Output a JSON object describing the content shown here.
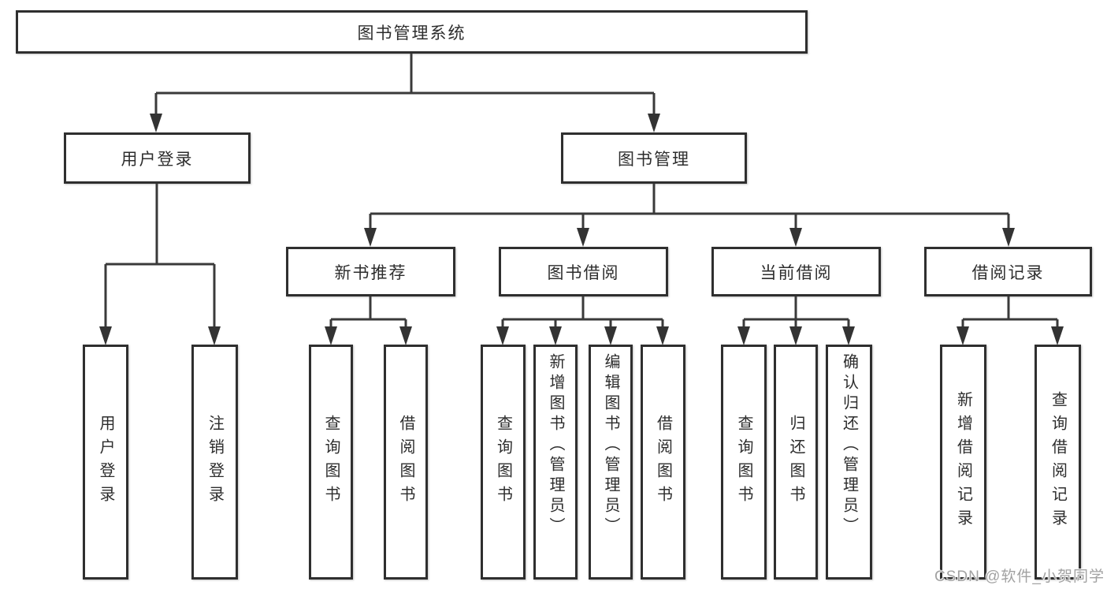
{
  "diagram": {
    "root": {
      "label": "图书管理系统"
    },
    "level2": [
      {
        "label": "用户登录",
        "children": [
          "用户登录",
          "注销登录"
        ]
      },
      {
        "label": "图书管理"
      }
    ],
    "level3": [
      {
        "label": "新书推荐",
        "children": [
          "查询图书",
          "借阅图书"
        ]
      },
      {
        "label": "图书借阅",
        "children": [
          "查询图书",
          "新增图书（管理员）",
          "编辑图书（管理员）",
          "借阅图书"
        ]
      },
      {
        "label": "当前借阅",
        "children": [
          "查询图书",
          "归还图书",
          "确认归还（管理员）"
        ]
      },
      {
        "label": "借阅记录",
        "children": [
          "新增借阅记录",
          "查询借阅记录"
        ]
      }
    ]
  },
  "watermark": {
    "text": "CSDN @软件_小贺同学"
  },
  "colors": {
    "background": "#ffffff",
    "line": "#3a3a3a",
    "box_border": "#2f2f2f",
    "text": "#2d2d2d",
    "watermark": "#a2a2a2"
  }
}
